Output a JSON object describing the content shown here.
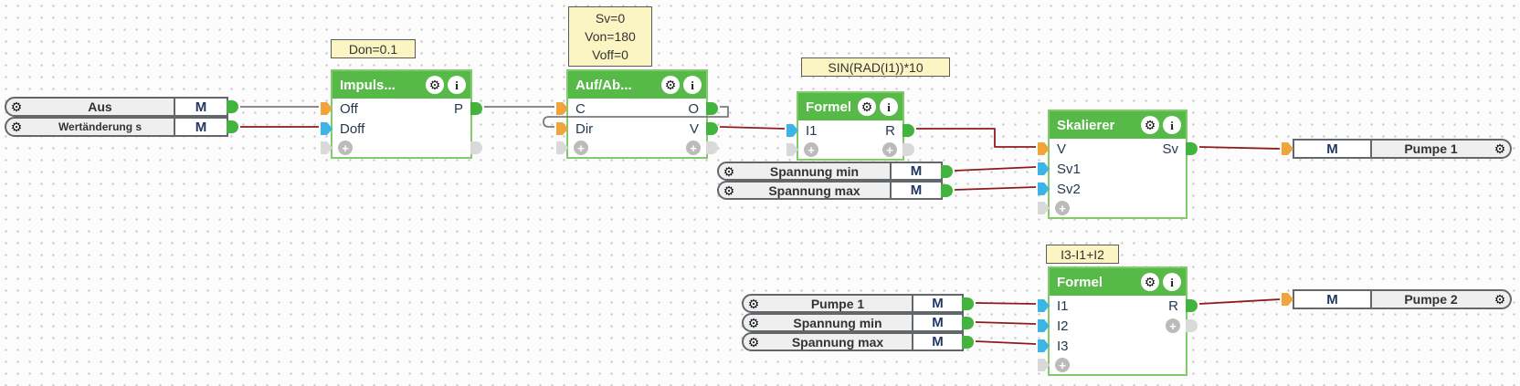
{
  "app": {
    "type": "function-block-logic-editor"
  },
  "colors": {
    "block_header_green": "#57b947",
    "block_border_green": "#82cb6d",
    "wire_red": "#8e1b1b",
    "wire_grey": "#7a7a7a",
    "connector_nub_green": "#42b33c",
    "input_arrow_orange": "#f0a43c",
    "input_arrow_blue": "#3cb4e5",
    "annotation_yellow_bg": "#fbf5c3"
  },
  "icons": {
    "gear": "⚙",
    "info": "i",
    "plus": "+"
  },
  "annotations": {
    "impuls": "Don=0.1",
    "aufab": {
      "line1": "Sv=0",
      "line2": "Von=180",
      "line3": "Voff=0"
    },
    "formel_top": "SIN(RAD(I1))*10",
    "formel_bottom": "I3-I1+I2"
  },
  "blocks": {
    "impuls": {
      "title": "Impuls...",
      "inputs": {
        "in1": "Off",
        "in2": "Doff"
      },
      "outputs": {
        "out1": "P"
      }
    },
    "aufab": {
      "title": "Auf/Ab...",
      "inputs": {
        "in1": "C",
        "in2": "Dir"
      },
      "outputs": {
        "out1": "O",
        "out2": "V"
      }
    },
    "formel_top": {
      "title": "Formel",
      "inputs": {
        "in1": "I1"
      },
      "outputs": {
        "out1": "R"
      }
    },
    "skalierer": {
      "title": "Skalierer",
      "inputs": {
        "in1": "V",
        "in2": "Sv1",
        "in3": "Sv2"
      },
      "outputs": {
        "out1": "Sv"
      }
    },
    "formel_bottom": {
      "title": "Formel",
      "inputs": {
        "in1": "I1",
        "in2": "I2",
        "in3": "I3"
      },
      "outputs": {
        "out1": "R"
      }
    }
  },
  "connectors": {
    "aus": {
      "label": "Aus",
      "type": "M"
    },
    "wertaenderung": {
      "label": "Wertänderung s",
      "type": "M"
    },
    "spannung_min_top": {
      "label": "Spannung min",
      "type": "M"
    },
    "spannung_max_top": {
      "label": "Spannung max",
      "type": "M"
    },
    "pumpe1_in": {
      "label": "Pumpe 1",
      "type": "M"
    },
    "spannung_min_bottom": {
      "label": "Spannung min",
      "type": "M"
    },
    "spannung_max_bottom": {
      "label": "Spannung max",
      "type": "M"
    },
    "pumpe1_out": {
      "label": "Pumpe 1",
      "type": "M"
    },
    "pumpe2_out": {
      "label": "Pumpe 2",
      "type": "M"
    }
  }
}
